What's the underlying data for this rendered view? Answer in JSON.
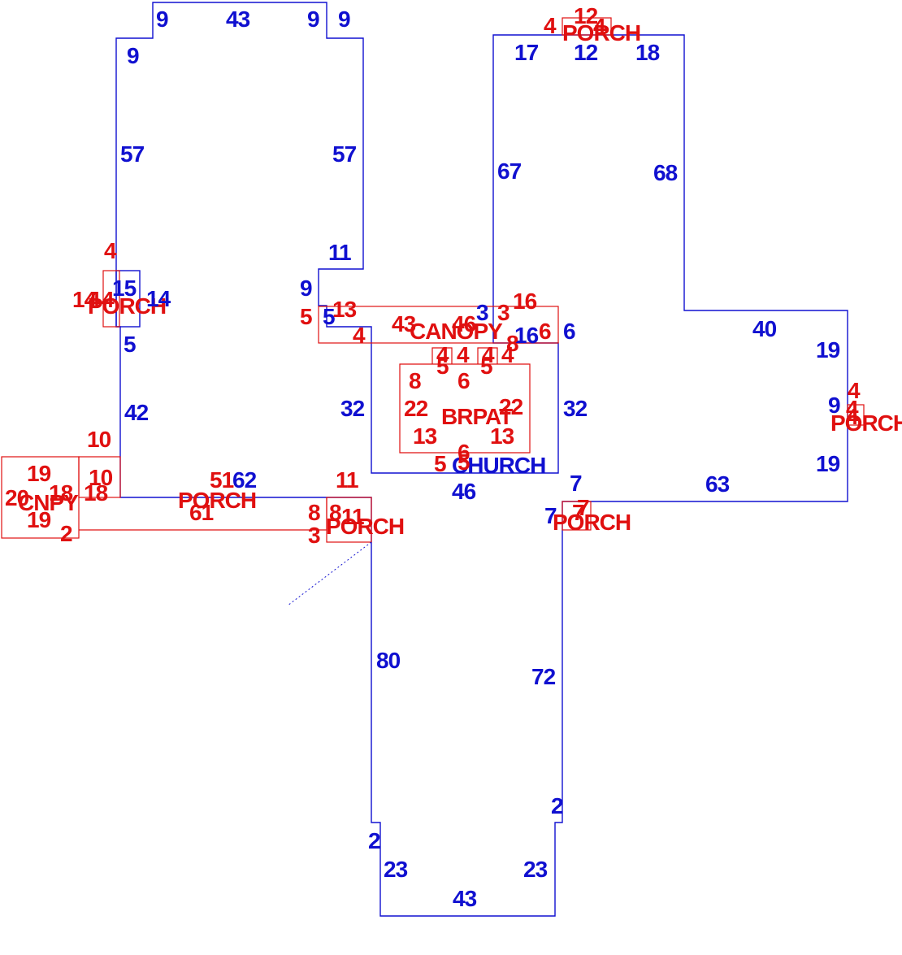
{
  "colors": {
    "main_structure": "#1010d0",
    "additions": "#e01010",
    "background": "#ffffff"
  },
  "area_labels": {
    "church": "CHURCH",
    "brpat": "BRPAT",
    "canopy": "CANOPY",
    "cnpy": "CNPY",
    "porch_top": "PORCH",
    "porch_left": "PORCH",
    "porch_west": "PORCH",
    "porch_center": "PORCH",
    "porch_east_entry": "PORCH",
    "porch_right": "PORCH"
  },
  "wall_dimensions": {
    "nw_notch_left": "9",
    "nw_top": "43",
    "nw_notch_mid": "9",
    "nw_notch_right": "9",
    "nw_upper_left": "9",
    "nw_left": "57",
    "nw_right": "57",
    "nw_step_right": "11",
    "nw_step_bottom": "9",
    "nw_step_small": "5",
    "nw_jog": "15",
    "nw_jog_right": "14",
    "nw_left_lower": "5",
    "nw_left_bottom": "42",
    "nw_bottom": "62",
    "ne_top_left": "17",
    "ne_top_mid": "12",
    "ne_top_right": "18",
    "ne_left": "67",
    "ne_right": "68",
    "ne_step": "3",
    "ne_step2": "16",
    "ne_step3": "6",
    "east_top": "40",
    "east_right_upper": "19",
    "east_porch_offset": "9",
    "east_right_lower": "19",
    "east_bottom": "63",
    "center_left": "32",
    "center_right": "32",
    "center_bottom": "46",
    "south_jog_top": "7",
    "south_jog_left": "7",
    "south_left": "80",
    "south_right": "72",
    "south_notch_right": "2",
    "south_notch_left": "2",
    "south_bottom_left": "23",
    "south_bottom_right": "23",
    "south_bottom": "43"
  },
  "addition_dimensions": {
    "porch_top_left": "4",
    "porch_top_width": "12",
    "porch_top_arrow": "4",
    "porch_left_top": "4",
    "porch_left_a": "14",
    "porch_left_b": "4",
    "porch_left_c": "4",
    "canopy_left_top": "5",
    "canopy_left_width": "13",
    "canopy_right_top": "16",
    "canopy_right_step": "3",
    "canopy_step_small": "4",
    "canopy_width": "43",
    "canopy_mid": "46",
    "canopy_right_end": "6",
    "canopy_extra": "8",
    "brpat_tab_a": "4",
    "brpat_tab_b": "4",
    "brpat_tab_c": "4",
    "brpat_tab_d": "4",
    "brpat_tab_side_a": "5",
    "brpat_tab_side_b": "5",
    "brpat_top_left": "8",
    "brpat_top_mid": "6",
    "brpat_left": "22",
    "brpat_right": "22",
    "brpat_bottom_left": "13",
    "brpat_bottom_right": "13",
    "brpat_step": "5",
    "brpat_bottom": "6",
    "brpat_notch": "5",
    "cnpy_top_offset": "10",
    "cnpy_top": "19",
    "cnpy_left": "20",
    "cnpy_side_a": "18",
    "cnpy_inner_top": "10",
    "cnpy_inner_right": "18",
    "cnpy_bottom": "19",
    "cnpy_drop": "2",
    "porch_west_top": "51",
    "porch_west_bottom": "61",
    "porch_center_top": "11",
    "porch_center_left": "8",
    "porch_center_width": "8",
    "porch_center_inner": "11",
    "porch_center_bottom": "3",
    "porch_east_entry_a": "7",
    "porch_east_entry_b": "7",
    "porch_right_top": "4",
    "porch_right_a": "4",
    "porch_right_b": "4"
  }
}
